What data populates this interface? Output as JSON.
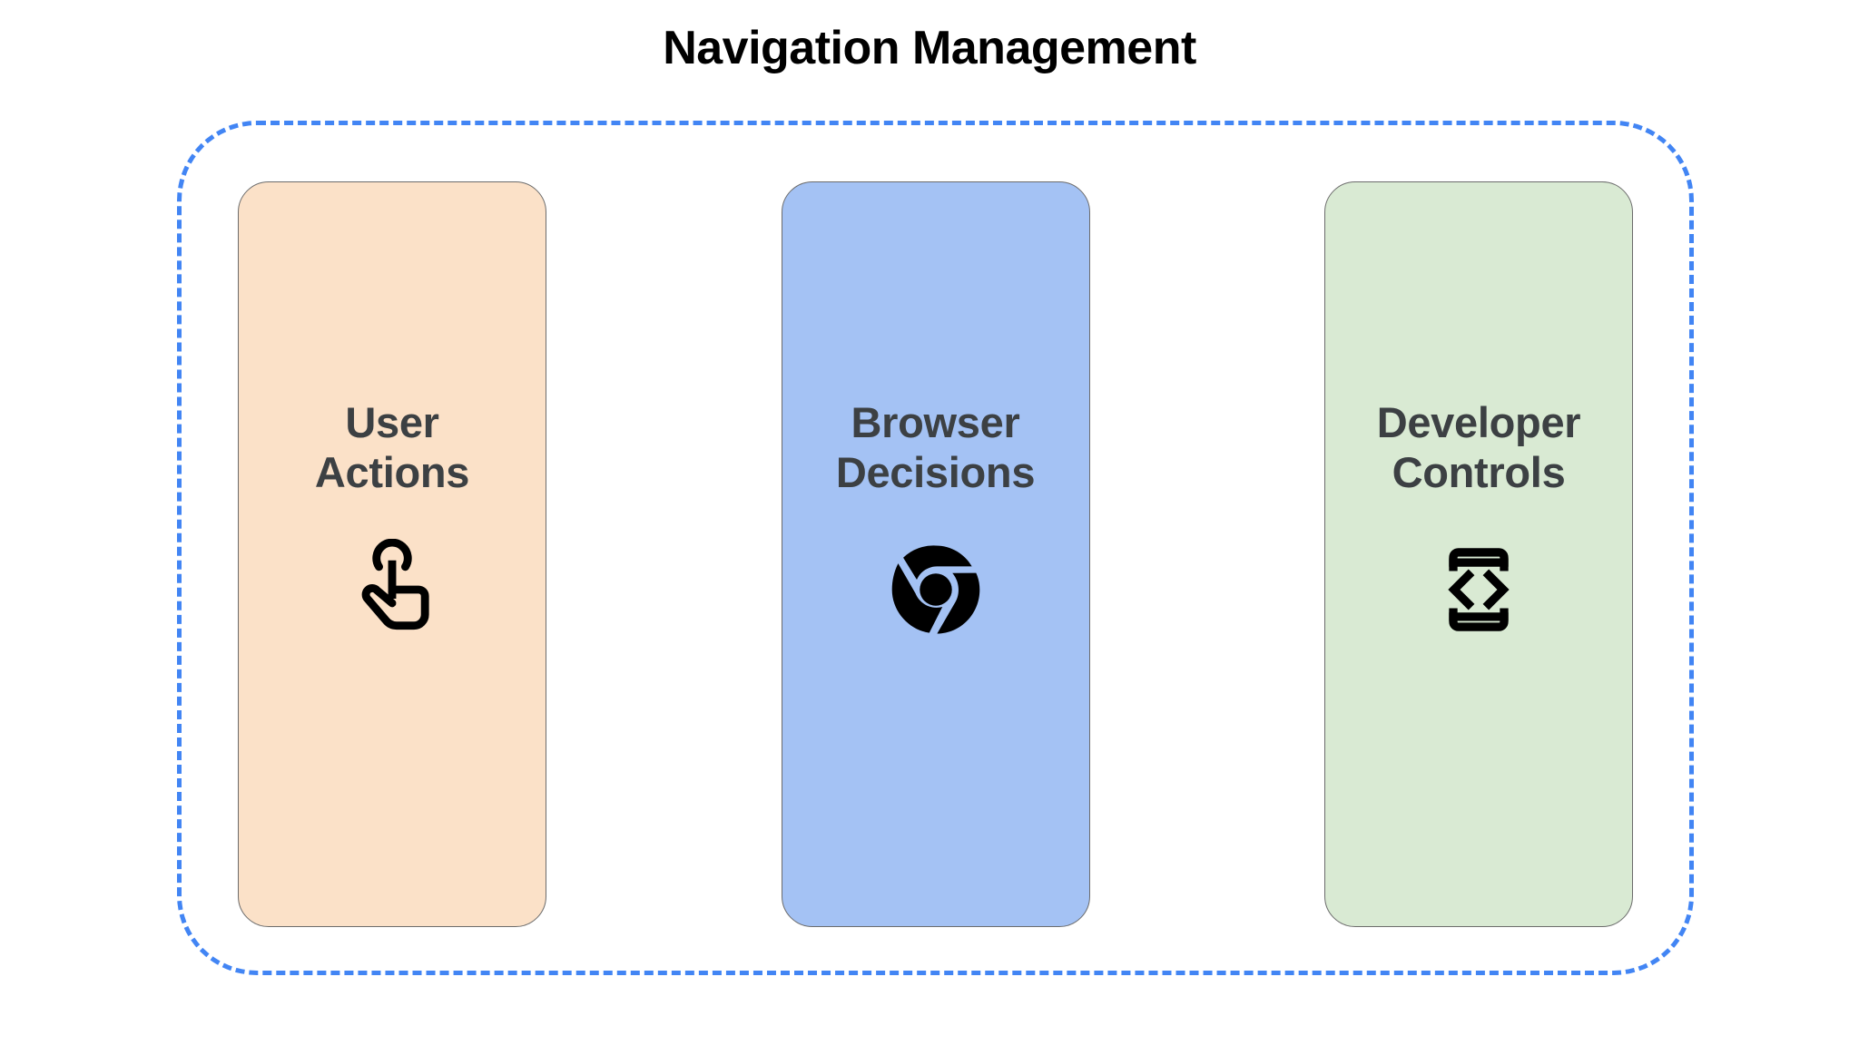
{
  "title": "Navigation Management",
  "container": {
    "name": "navigation-management-group",
    "border_color": "#4285f4",
    "border_style": "dashed"
  },
  "cards": [
    {
      "id": "user-actions",
      "label_line1": "User",
      "label_line2": "Actions",
      "fill": "#fbe1c8",
      "border": "#6b6b6b",
      "text_color": "#3c4043",
      "icon": "touch-app-icon",
      "icon_color": "#000000"
    },
    {
      "id": "browser-decisions",
      "label_line1": "Browser",
      "label_line2": "Decisions",
      "fill": "#a4c2f4",
      "border": "#6b6b6b",
      "text_color": "#3c4043",
      "icon": "chrome-logo-icon",
      "icon_color": "#000000"
    },
    {
      "id": "developer-controls",
      "label_line1": "Developer",
      "label_line2": "Controls",
      "fill": "#d9ead3",
      "border": "#6b6b6b",
      "text_color": "#3c4043",
      "icon": "developer-mode-icon",
      "icon_color": "#000000"
    }
  ]
}
